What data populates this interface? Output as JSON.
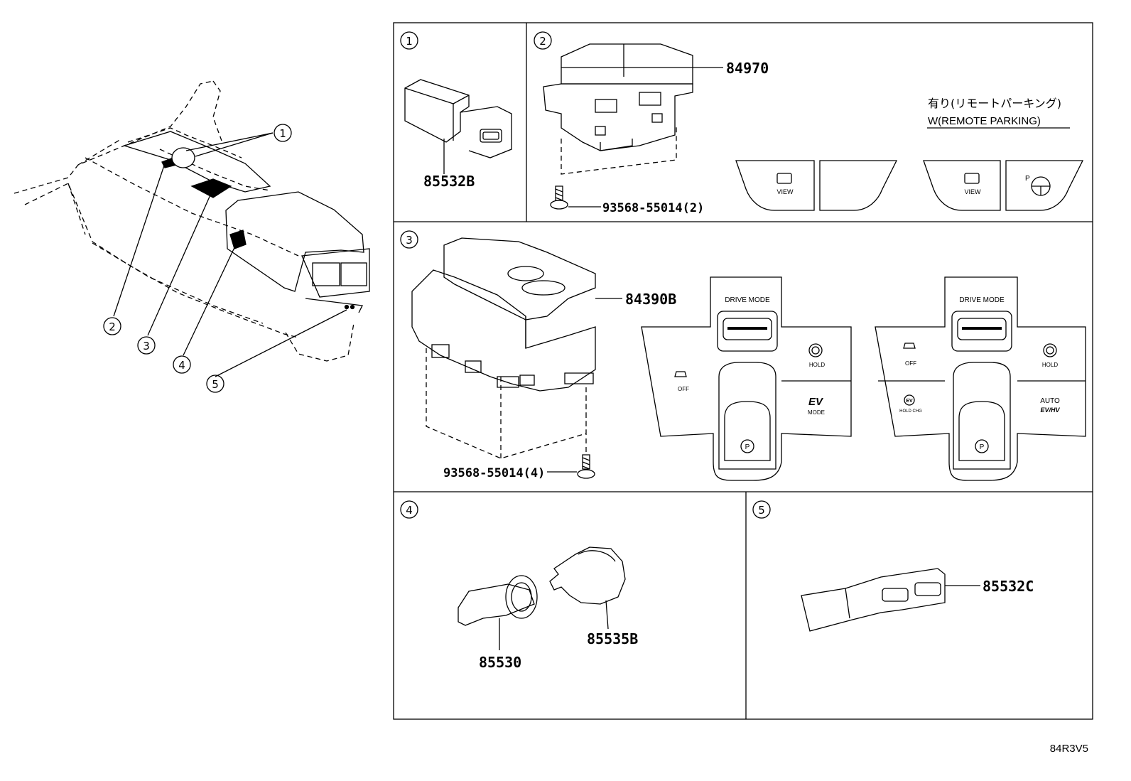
{
  "callouts": [
    "1",
    "2",
    "3",
    "4",
    "5"
  ],
  "panels": {
    "p1": {
      "number": "1",
      "part": "85532B"
    },
    "p2": {
      "number": "2",
      "part": "84970",
      "screw": "93568-55014(2)",
      "option_jp": "有り(リモートパーキング)",
      "option_en": "W(REMOTE PARKING)",
      "view_label_a": "VIEW",
      "view_label_b": "VIEW",
      "p_label": "P"
    },
    "p3": {
      "number": "3",
      "part": "84390B",
      "screw": "93568-55014(4)",
      "left_switch": {
        "drive_mode": "DRIVE MODE",
        "hold": "HOLD",
        "off": "OFF",
        "ev": "EV",
        "mode": "MODE",
        "p": "P"
      },
      "right_switch": {
        "drive_mode": "DRIVE MODE",
        "hold": "HOLD",
        "off": "OFF",
        "ev": "EV",
        "hold_chg": "HOLD CHG",
        "auto": "AUTO",
        "evhv": "EV/HV",
        "p": "P"
      }
    },
    "p4": {
      "number": "4",
      "part_a": "85530",
      "part_b": "85535B"
    },
    "p5": {
      "number": "5",
      "part": "85532C"
    }
  },
  "diagram_code": "84R3V5"
}
